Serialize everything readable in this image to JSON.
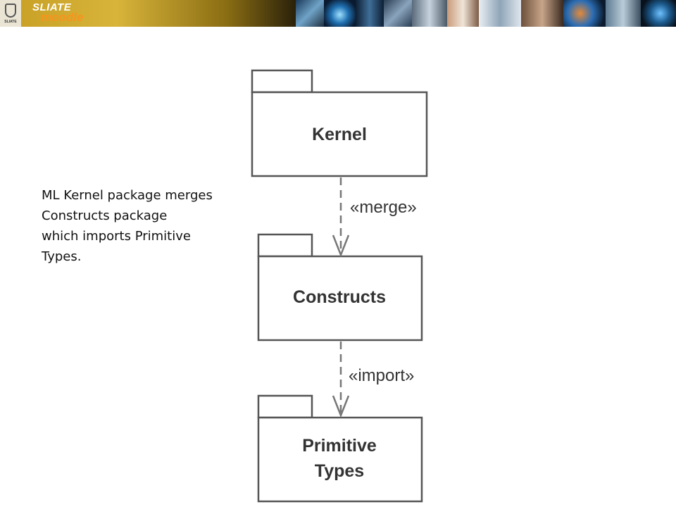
{
  "banner": {
    "logo_line1": "SLIATE",
    "logo_line2": "moodle",
    "crest_text": "SLIATE"
  },
  "caption": {
    "lines": [
      "ML Kernel package merges",
      "Constructs package",
      "which imports Primitive",
      "Types."
    ]
  },
  "diagram": {
    "packages": [
      {
        "name": "Kernel"
      },
      {
        "name": "Constructs"
      },
      {
        "name": "Primitive",
        "name_line2": "Types"
      }
    ],
    "relations": [
      {
        "from": "Kernel",
        "to": "Constructs",
        "label": "«merge»"
      },
      {
        "from": "Constructs",
        "to": "Primitive Types",
        "label": "«import»"
      }
    ]
  }
}
